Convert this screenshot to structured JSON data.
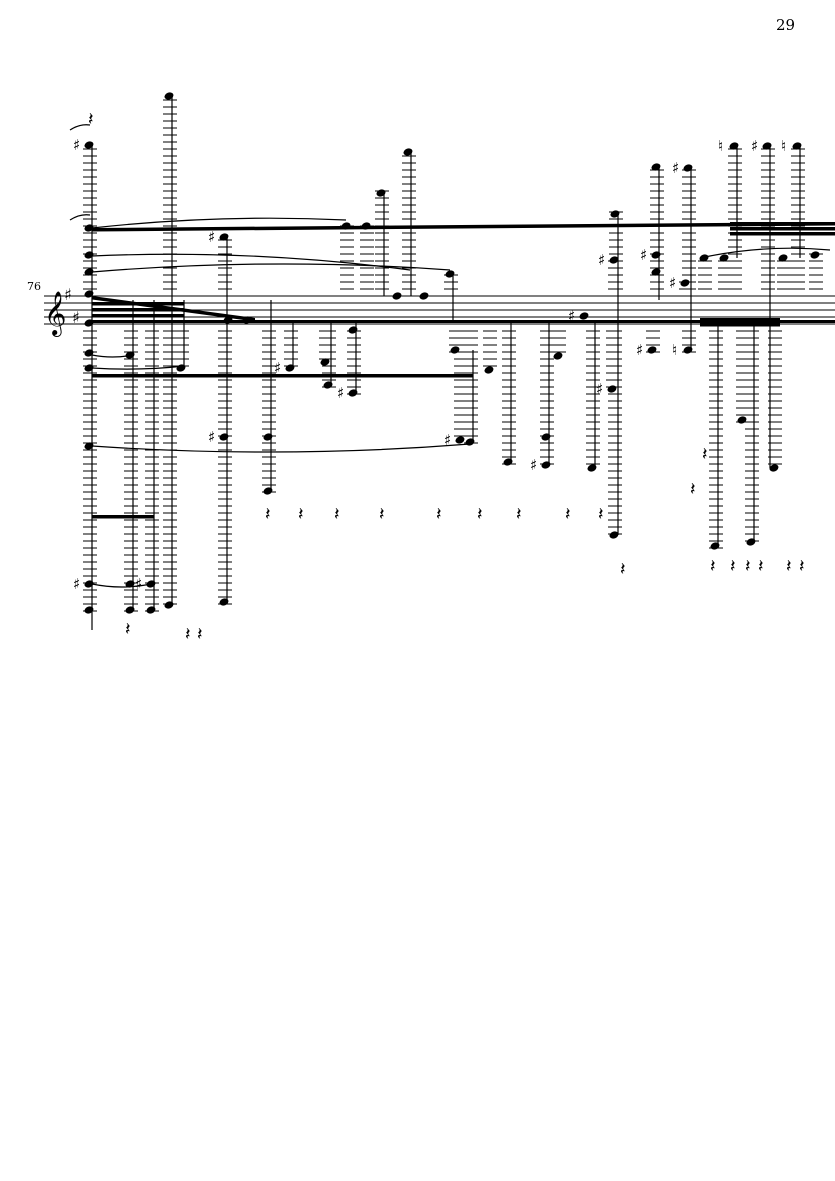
{
  "page": {
    "number": "29"
  },
  "system": {
    "measure_number": "76",
    "clef": "treble",
    "key_signature": "D major (2 sharps)"
  },
  "glyphs": {
    "sharp": "♯",
    "natural": "♮",
    "rest_quarter": "𝄽"
  },
  "icons": {
    "clef": "treble-clef-icon",
    "note": "notehead-icon",
    "rest": "rest-icon"
  }
}
